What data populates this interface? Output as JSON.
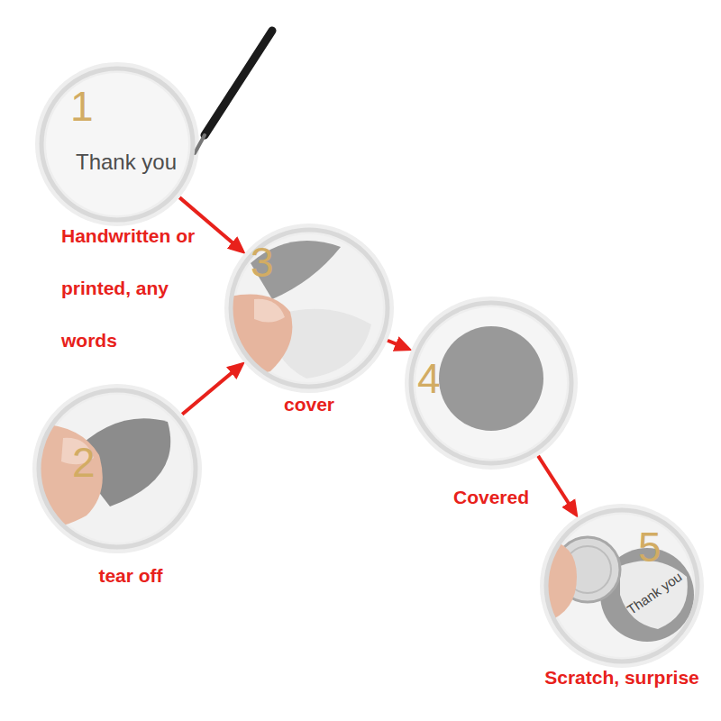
{
  "diagram": {
    "nodes": [
      {
        "text": [
          "1",
          "Thank you",
          "Handwritten or printed, any words"
        ]
      },
      {
        "text": [
          "2",
          "tear off"
        ]
      },
      {
        "text": [
          "3",
          "cover"
        ]
      },
      {
        "text": [
          "4",
          "Covered"
        ]
      },
      {
        "text": [
          "5",
          "Thank you",
          "Scratch, surprise"
        ]
      }
    ],
    "edges": [
      {
        "from": 0,
        "to": 2,
        "arrow": "to"
      },
      {
        "from": 1,
        "to": 2,
        "arrow": "to"
      },
      {
        "from": 2,
        "to": 3,
        "arrow": "to"
      },
      {
        "from": 3,
        "to": 4,
        "arrow": "to"
      }
    ]
  }
}
